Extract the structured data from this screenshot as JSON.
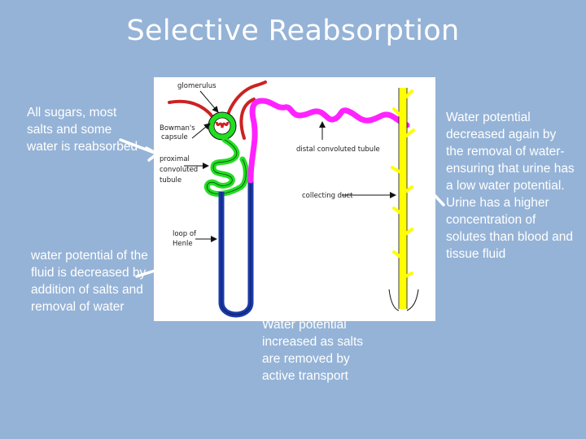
{
  "title": "Selective Reabsorption",
  "notes": {
    "sugars": "All sugars, most salts and some water is reabsorbed",
    "loop_descending": "water potential of the fluid is decreased by addition of salts and removal of water",
    "loop_ascending": "Water potential increased as salts are removed by active transport",
    "collecting": "Water potential decreased again by the removal of water- ensuring that urine has a low water potential. Urine has a higher concentration of solutes than blood and tissue fluid"
  },
  "labels": {
    "glomerulus": "glomerulus",
    "bowmans_line1": "Bowman's",
    "bowmans_line2": "capsule",
    "proximal_line1": "proximal",
    "proximal_line2": "convoluted",
    "proximal_line3": "tubule",
    "loop_line1": "loop of",
    "loop_line2": "Henle",
    "distal": "distal convoluted tubule",
    "collecting": "collecting duct"
  },
  "colors": {
    "background": "#95b3d7",
    "blood_vessel": "#cc2222",
    "capsule": "#22dd22",
    "distal_tubule": "#ff22ff",
    "loop": "#1a3aa8",
    "collecting_duct": "#ffff00"
  }
}
